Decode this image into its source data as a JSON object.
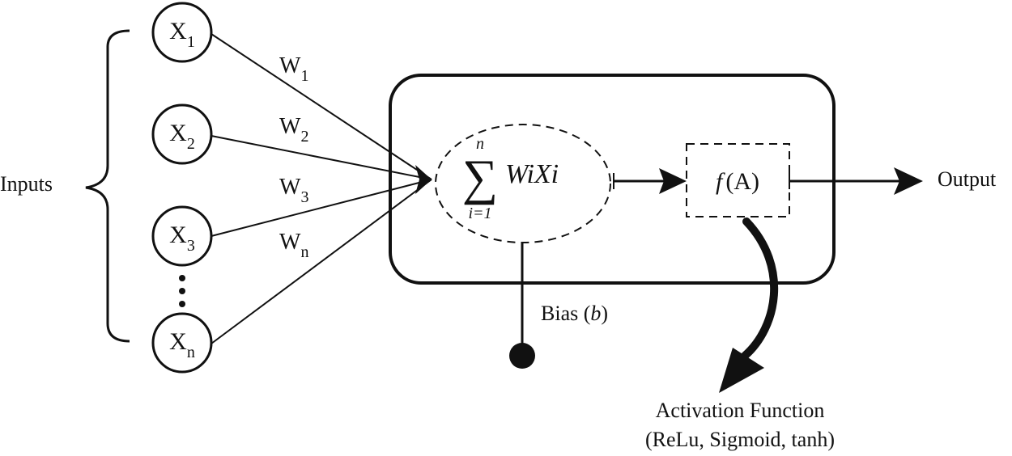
{
  "inputs_label": "Inputs",
  "nodes": [
    {
      "base": "X",
      "sub": "1"
    },
    {
      "base": "X",
      "sub": "2"
    },
    {
      "base": "X",
      "sub": "3"
    },
    {
      "base": "X",
      "sub": "n"
    }
  ],
  "weights": [
    {
      "base": "W",
      "sub": "1"
    },
    {
      "base": "W",
      "sub": "2"
    },
    {
      "base": "W",
      "sub": "3"
    },
    {
      "base": "W",
      "sub": "n"
    }
  ],
  "summation": {
    "upper": "n",
    "lower": "i=1",
    "term": "WiXi"
  },
  "activation_box": {
    "f": "f",
    "arg": "(A)"
  },
  "output_label": "Output",
  "bias": {
    "label": "Bias (",
    "symbol": "b",
    "close": ")"
  },
  "activation_caption": {
    "line1": "Activation Function",
    "line2": "(ReLu, Sigmoid, tanh)"
  }
}
